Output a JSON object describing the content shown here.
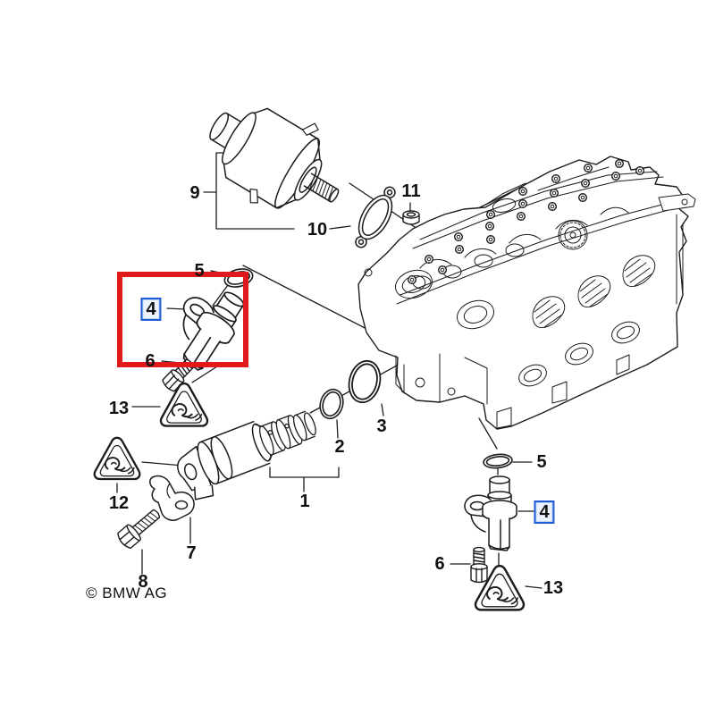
{
  "diagram": {
    "kind": "exploded-parts-diagram",
    "copyright": "© BMW AG",
    "colors": {
      "background": "#ffffff",
      "line": "#1c1c1c",
      "highlight_box": "#e0191a",
      "highlight_label_border": "#1e5bd6",
      "highlight_label_bg": "#edf3fe"
    },
    "labels": {
      "part1": "1",
      "part2": "2",
      "part3": "3",
      "part4_left": "4",
      "part4_right": "4",
      "part5_top": "5",
      "part5_right": "5",
      "part6_left": "6",
      "part6_right": "6",
      "part7": "7",
      "part8": "8",
      "part9": "9",
      "part10": "10",
      "part11": "11",
      "part12": "12",
      "part13_left": "13",
      "part13_right": "13"
    },
    "icons": {
      "warning_triangle": "warning-triangle-icon"
    }
  }
}
